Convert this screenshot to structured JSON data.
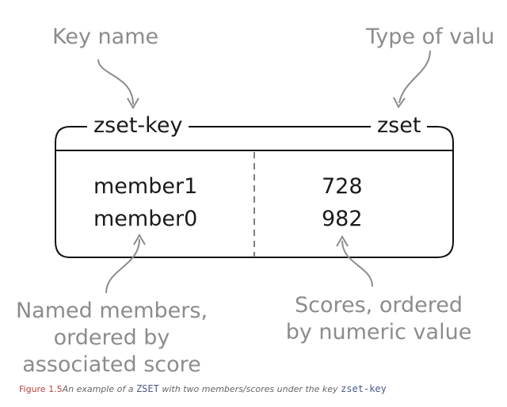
{
  "annotations": {
    "key_name": "Key name",
    "type_of_value": "Type of valu",
    "named_members": [
      "Named members,",
      "ordered by",
      "associated score"
    ],
    "scores_ordered": [
      "Scores, ordered",
      "by numeric value"
    ]
  },
  "box": {
    "key": "zset-key",
    "type": "zset",
    "rows": [
      {
        "member": "member1",
        "score": "728"
      },
      {
        "member": "member0",
        "score": "982"
      }
    ]
  },
  "caption": {
    "figure_label": "Figure 1.5",
    "text_1": "An example of a ",
    "code_1": "ZSET",
    "text_2": " with two members/scores under the key ",
    "code_2": "zset-key"
  }
}
